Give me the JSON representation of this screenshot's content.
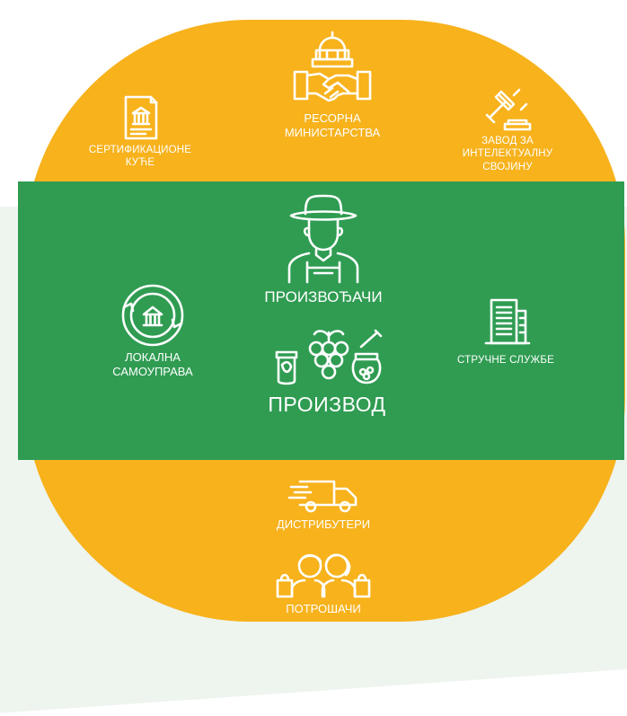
{
  "nodes": {
    "certification": "СЕРТИФИКАЦИОНЕ КУЋЕ",
    "ministries": "РЕСОРНА МИНИСТАРСТВА",
    "ip_office": "ЗАВОД ЗА ИНТЕЛЕКТУАЛНУ СВОЈИНУ",
    "producers": "ПРОИЗВОЂАЧИ",
    "local_gov": "ЛОКАЛНА САМОУПРАВА",
    "product": "ПРОИЗВОД",
    "expert_services": "СТРУЧНЕ СЛУЖБЕ",
    "distributors": "ДИСТРИБУТЕРИ",
    "consumers": "ПОТРОШАЧИ"
  },
  "icons": {
    "certification": "certificate-icon",
    "ministries": "ministry-handshake-icon",
    "ip_office": "gavel-icon",
    "producers": "farmer-icon",
    "local_gov": "municipality-icon",
    "product": "product-jars-grapes-icon",
    "expert_services": "office-building-icon",
    "distributors": "delivery-truck-icon",
    "consumers": "shoppers-icon"
  },
  "colors": {
    "outer_ring": "#f7b21c",
    "center_band": "#2f9c52",
    "text": "#ffffff",
    "background_accent": "#eef5ef"
  }
}
